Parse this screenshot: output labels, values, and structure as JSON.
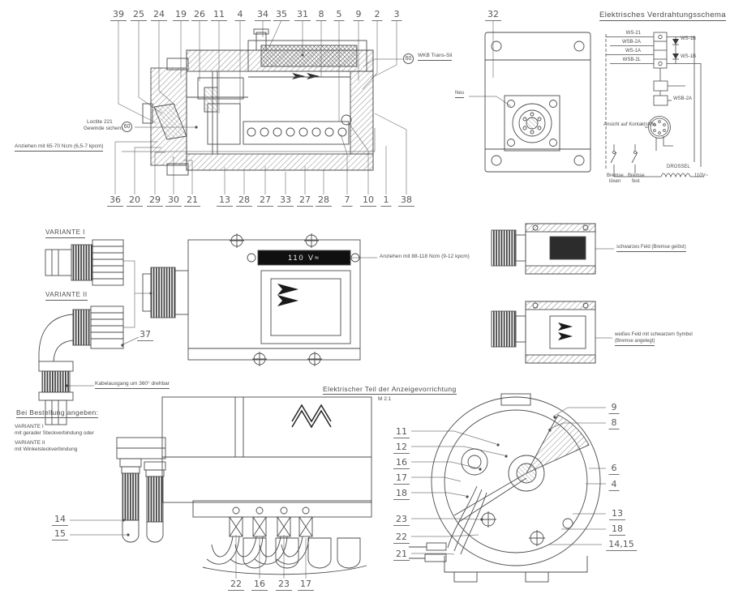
{
  "colors": {
    "background": "#ffffff",
    "ink": "#4b4b4b",
    "band": "#101010",
    "band_text": "#f4f4f4"
  },
  "titles": {
    "wiring": "Elektrisches Verdrahtungsschema",
    "indicator": "Elektrischer Teil der Anzeigevorrichtung",
    "indicator_scale": "M 2:1"
  },
  "variants": {
    "v1_label": "VARIANTE I",
    "v2_label": "VARIANTE II",
    "cable_note": "Kabelausgang um 360° drehbar",
    "item37": "37"
  },
  "order_block": {
    "heading": "Bei Bestellung angeben:",
    "line1a": "VARIANTE I",
    "line1b": "mit gerader Steckverbindung oder",
    "line2a": "VARIANTE II",
    "line2b": "mit Winkelsteckverbindung"
  },
  "notes": {
    "loctite_line1": "Loctite 221",
    "loctite_line2": "Gewinde sichern",
    "circle_60_left": "60",
    "circle_60_right": "60",
    "torque_small": "Anziehen mit 65-70 Ncm (6,5-7 kpcm)",
    "torque_big": "Anziehen mit 88-118 Ncm (9-12 kpcm)",
    "wkb": "WKB Trans-Sil",
    "neu": "Neu",
    "voltage_band": "110 V≈",
    "black_field": "schwarzes Feld (Bremse gelöst)",
    "white_field_line1": "weißes Feld mit schwarzem Symbol",
    "white_field_line2": "(Bremse angelegt)"
  },
  "wiring": {
    "wire_labels": [
      "WS-21",
      "WSB-2A",
      "WS-1A",
      "WSB-2L"
    ],
    "diode_label_top": "WS-1B",
    "diode_label_bottom": "WS-1B",
    "module_label": "WSB-2A",
    "connector_view_note": "Ansicht auf Kontaktstifte",
    "switch1_line1": "Bremse",
    "switch1_line2": "lösen",
    "switch2_line1": "Bremse",
    "switch2_line2": "fest",
    "coil_label": "DROSSEL",
    "supply_label": "110V~"
  },
  "callouts": {
    "top_row": [
      "39",
      "25",
      "24",
      "19",
      "26",
      "11",
      "4",
      "34",
      "35",
      "31",
      "8",
      "5",
      "9",
      "2",
      "3"
    ],
    "second_row": [
      "36",
      "20",
      "29",
      "30",
      "21",
      "13",
      "28",
      "27",
      "33",
      "27",
      "28",
      "7",
      "10",
      "1",
      "38"
    ],
    "motor_top": "32",
    "gland_left": [
      "14",
      "15"
    ],
    "bottom_row": [
      "22",
      "16",
      "23",
      "17"
    ],
    "indicator_left": [
      "11",
      "12",
      "16",
      "17",
      "18",
      "23",
      "22",
      "21"
    ],
    "indicator_right": [
      "9",
      "8",
      "6",
      "4",
      "13",
      "18",
      "14,15"
    ]
  }
}
